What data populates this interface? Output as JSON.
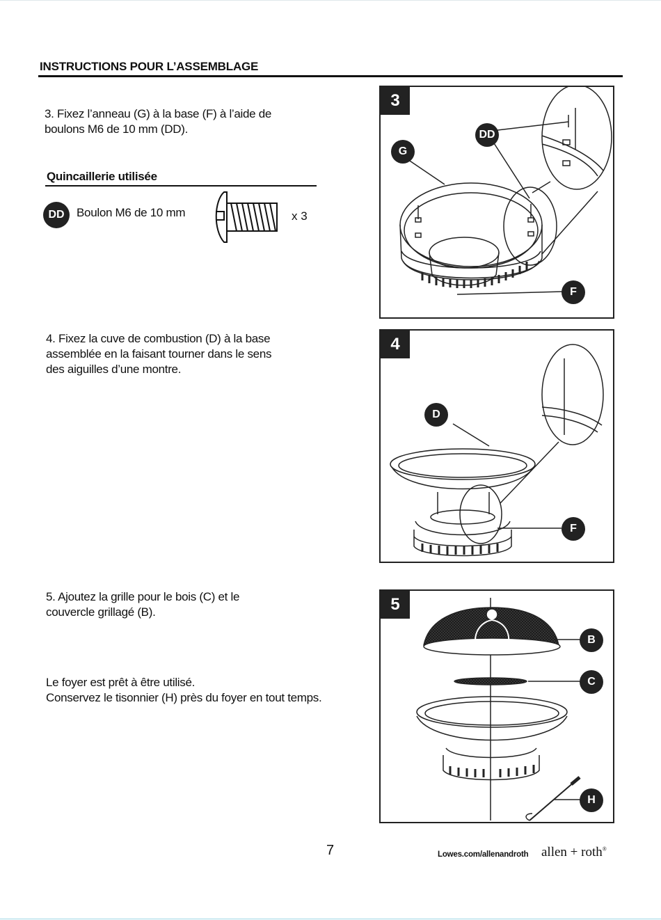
{
  "header": {
    "title": "INSTRUCTIONS POUR L’ASSEMBLAGE"
  },
  "steps": [
    {
      "number": "3",
      "text": [
        "3. Fixez l’anneau (G) à la base (F) à l’aide de",
        "boulons M6 de 10 mm (DD)."
      ]
    },
    {
      "number": "4",
      "text": [
        "4. Fixez la cuve de combustion (D) à la base",
        "assemblée en la faisant tourner dans le sens",
        "des aiguilles d’une montre."
      ]
    },
    {
      "number": "5",
      "text": [
        "5. Ajoutez la grille pour le bois (C) et le",
        "couvercle grillagé (B)."
      ]
    }
  ],
  "hardware": {
    "title": "Quincaillerie utilisée",
    "code": "DD",
    "label": "Boulon M6 de 10 mm",
    "quantity": "x 3",
    "icon": "bolt-icon"
  },
  "closing": {
    "line1": "Le foyer est prêt à être utilisé.",
    "line2": "Conservez le tisonnier (H) près du foyer en tout temps."
  },
  "callouts": {
    "step3": [
      "G",
      "DD",
      "F"
    ],
    "step4": [
      "D",
      "F"
    ],
    "step5": [
      "B",
      "C",
      "H"
    ]
  },
  "footer": {
    "page": "7",
    "site": "Lowes.com/allenandroth",
    "brand": "allen + roth",
    "brand_mark": "®"
  },
  "colors": {
    "ink": "#111111",
    "badge": "#222222",
    "accent_line": "#9fd8e6"
  }
}
